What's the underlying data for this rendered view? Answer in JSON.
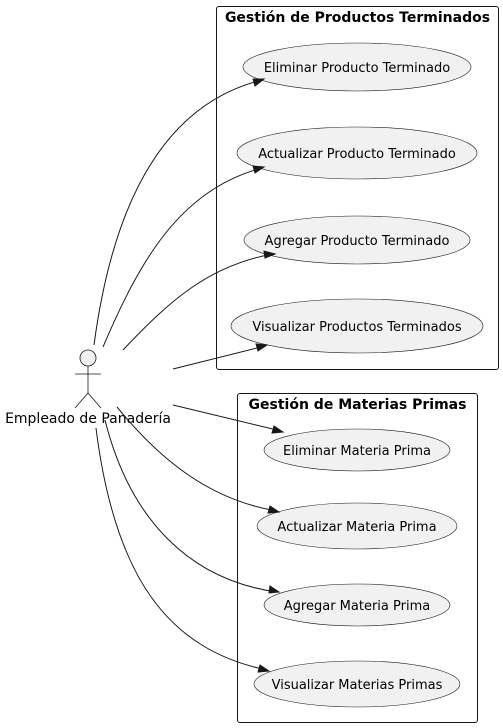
{
  "actor": {
    "label": "Empleado de Panadería"
  },
  "packages": [
    {
      "title": "Gestión de Productos Terminados",
      "use_cases": [
        "Eliminar Producto Terminado",
        "Actualizar Producto Terminado",
        "Agregar Producto Terminado",
        "Visualizar Productos Terminados"
      ]
    },
    {
      "title": "Gestión de Materias Primas",
      "use_cases": [
        "Eliminar Materia Prima",
        "Actualizar Materia Prima",
        "Agregar Materia Prima",
        "Visualizar Materias Primas"
      ]
    }
  ],
  "colors": {
    "use_case_fill": "#f1f1f1",
    "stroke": "#181818",
    "background": "#ffffff"
  }
}
